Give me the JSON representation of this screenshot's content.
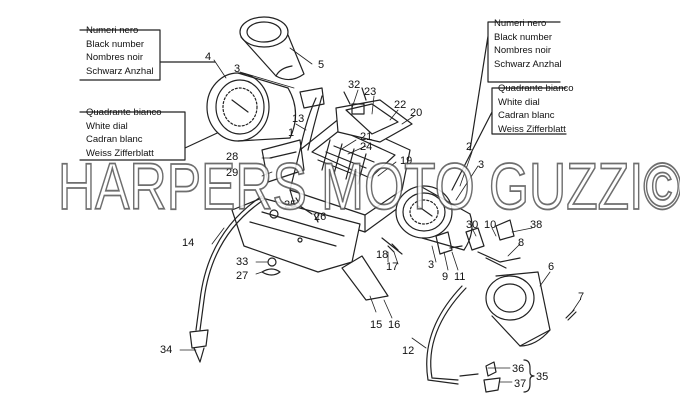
{
  "legend_top_left": [
    "Numeri nero",
    "Black number",
    "Nombres noir",
    "Schwarz Anzhal"
  ],
  "legend_mid_left": [
    "Quadrante bianco",
    "White dial",
    "Cadran blanc",
    "Weiss Zifferblatt"
  ],
  "legend_top_right": [
    "Numeri nero",
    "Black number",
    "Nombres noir",
    "Schwarz Anzhal"
  ],
  "legend_mid_right": [
    "Quadrante bianco",
    "White dial",
    "Cadran blanc",
    "Weiss Zifferblatt"
  ],
  "watermark": "HARPERS MOTO GUZZI©",
  "callouts": {
    "c1": "1",
    "c2": "2",
    "c3a": "3",
    "c3b": "3",
    "c3c": "3",
    "c4": "4",
    "c5": "5",
    "c6": "6",
    "c7": "7",
    "c8": "8",
    "c9": "9",
    "c10": "10",
    "c11": "11",
    "c12": "12",
    "c13": "13",
    "c14": "14",
    "c15": "15",
    "c16": "16",
    "c17": "17",
    "c18": "18",
    "c19": "19",
    "c20": "20",
    "c21": "21",
    "c22": "22",
    "c23": "23",
    "c24": "24",
    "c25": "25",
    "c26": "26",
    "c27": "27",
    "c28": "28",
    "c29": "29",
    "c30": "30",
    "c32": "32",
    "c33": "33",
    "c34": "34",
    "c35": "35",
    "c36": "36",
    "c37": "37",
    "c38": "38"
  }
}
